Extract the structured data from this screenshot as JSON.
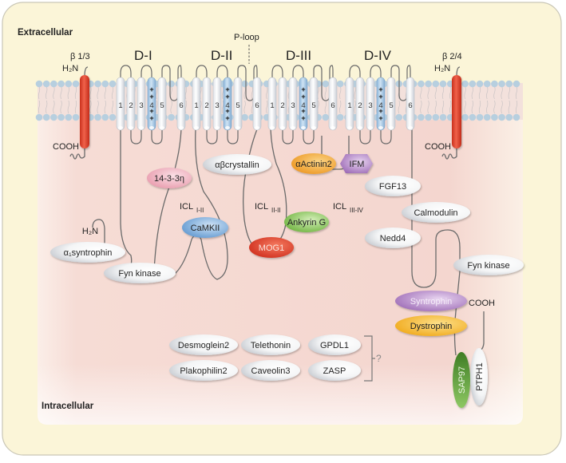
{
  "regions": {
    "extracellular": "Extracellular",
    "intracellular": "Intracellular"
  },
  "domains": [
    {
      "label": "D-I"
    },
    {
      "label": "D-II"
    },
    {
      "label": "D-III"
    },
    {
      "label": "D-IV"
    }
  ],
  "segments": [
    "1",
    "2",
    "3",
    "4",
    "5",
    "6"
  ],
  "p_loop_label": "P-loop",
  "beta_subunits": [
    {
      "label": "β 1/3",
      "n_term": "H₂N",
      "c_term": "COOH"
    },
    {
      "label": "β 2/4",
      "n_term": "H₂N",
      "c_term": "COOH"
    }
  ],
  "loop_labels": [
    {
      "main": "ICL",
      "sub": "I-II"
    },
    {
      "main": "ICL",
      "sub": "II-II"
    },
    {
      "main": "ICL",
      "sub": "III-IV"
    }
  ],
  "interactors": {
    "syntrophin_a1": "α₁syntrophin",
    "syntrophin_a1_nterm": "H₂N",
    "fyn_kinase_left": "Fyn kinase",
    "protein_1433": "14-3-3η",
    "camkii": "CaMKII",
    "ab_crystallin": "αβcrystallin",
    "mog1": "MOG1",
    "ankyrin_g": "Ankyrin G",
    "actinin2": "αActinin2",
    "ifm": "IFM",
    "fgf13": "FGF13",
    "calmodulin": "Calmodulin",
    "nedd4": "Nedd4",
    "fyn_kinase_right": "Fyn kinase",
    "syntrophin": "Syntrophin",
    "dystrophin": "Dystrophin",
    "sap97": "SAP97",
    "ptph1": "PTPH1",
    "cterm": "COOH"
  },
  "uncertain_group": {
    "items": [
      "Desmoglein2",
      "Telethonin",
      "GPDL1",
      "Plakophilin2",
      "Caveolin3",
      "ZASP"
    ],
    "marker": "?"
  },
  "colors": {
    "background_outer": "#fbf5d8",
    "cytoplasm": "#f5d9d2",
    "beta_red": "#e0442c",
    "s4_blue": "#a9cbe6",
    "pink": "#f0b8c4",
    "blue": "#7fb0de",
    "red": "#e3402e",
    "green": "#8cc85a",
    "orange": "#f3aa2c",
    "purple": "#b98ccc",
    "yellow": "#f6c02a",
    "dark_green": "#4f8f2e"
  }
}
